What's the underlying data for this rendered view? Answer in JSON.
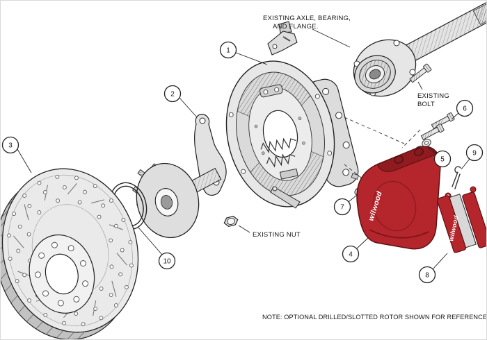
{
  "labels": {
    "axle": {
      "line1": "EXISTING AXLE, BEARING,",
      "line2": "AND FLANGE."
    },
    "existing_bolt": {
      "line1": "EXISTING",
      "line2": "BOLT"
    },
    "existing_nut": "EXISTING NUT",
    "note": "NOTE: OPTIONAL DRILLED/SLOTTED ROTOR SHOWN FOR REFERENCE PURPOSES"
  },
  "brand": {
    "caliper_logo": "wilwood",
    "pad_logo": "wilwood"
  },
  "callouts": [
    {
      "num": "1"
    },
    {
      "num": "2"
    },
    {
      "num": "3"
    },
    {
      "num": "4"
    },
    {
      "num": "5"
    },
    {
      "num": "6"
    },
    {
      "num": "7"
    },
    {
      "num": "8"
    },
    {
      "num": "9"
    },
    {
      "num": "10"
    }
  ],
  "colors": {
    "line": "#222222",
    "caliper_red": "#b5262c",
    "caliper_red_dark": "#8f1b20",
    "metal_light": "#e8e8e8",
    "metal_mid": "#d4d4d4",
    "background": "#ffffff"
  }
}
